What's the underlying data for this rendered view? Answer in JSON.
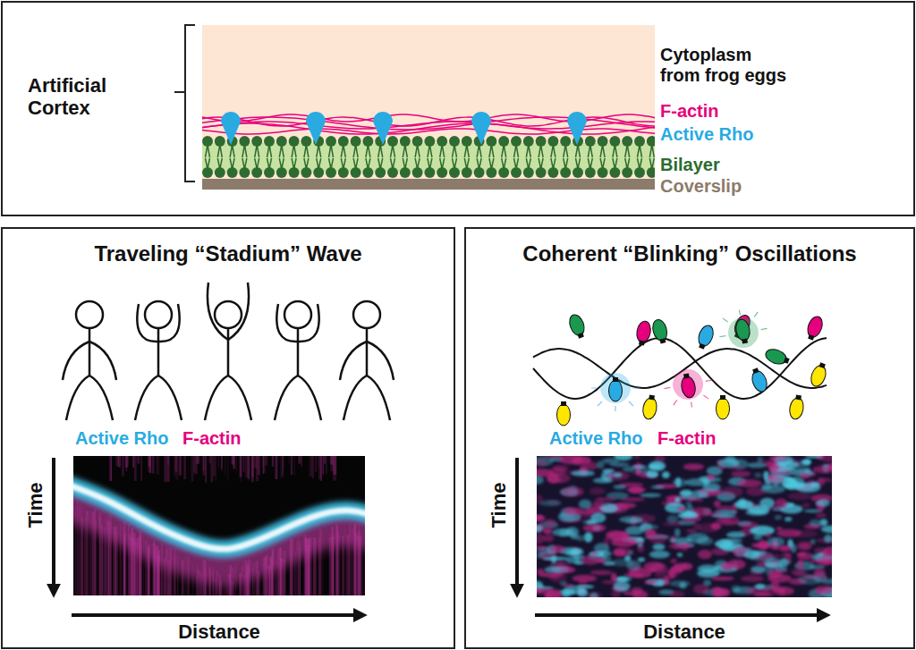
{
  "diagram": {
    "nodes": [
      {
        "text": [
          "Artificial Cortex"
        ]
      },
      {
        "text": [
          "Traveling “Stadium” Wave"
        ]
      },
      {
        "text": [
          "Coherent “Blinking” Oscillations"
        ]
      }
    ],
    "labels": [
      "Cytoplasm from frog eggs",
      "F-actin",
      "Active Rho",
      "Bilayer",
      "Coverslip",
      "Active Rho",
      "F-actin",
      "Time",
      "Distance",
      "Active Rho",
      "F-actin",
      "Time",
      "Distance"
    ]
  }
}
